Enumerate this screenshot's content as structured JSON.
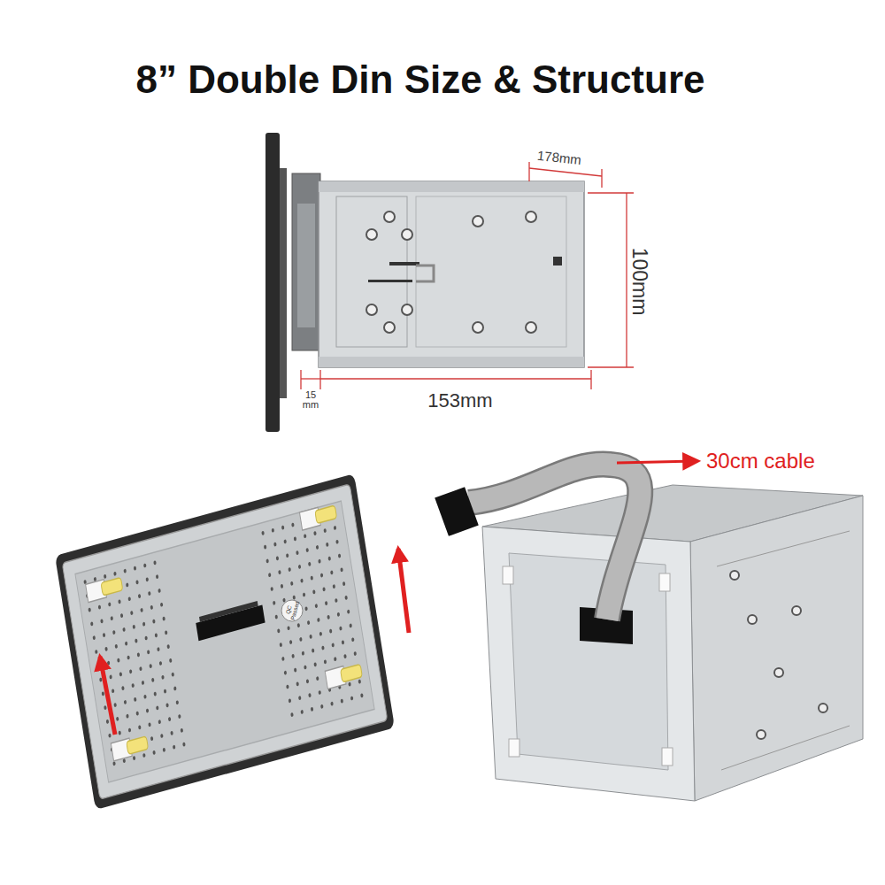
{
  "diagram": {
    "title": "8” Double Din Size & Structure",
    "labels": [
      "178mm",
      "100mm",
      "15 mm",
      "153mm",
      "QC Passed",
      "30cm cable"
    ]
  }
}
